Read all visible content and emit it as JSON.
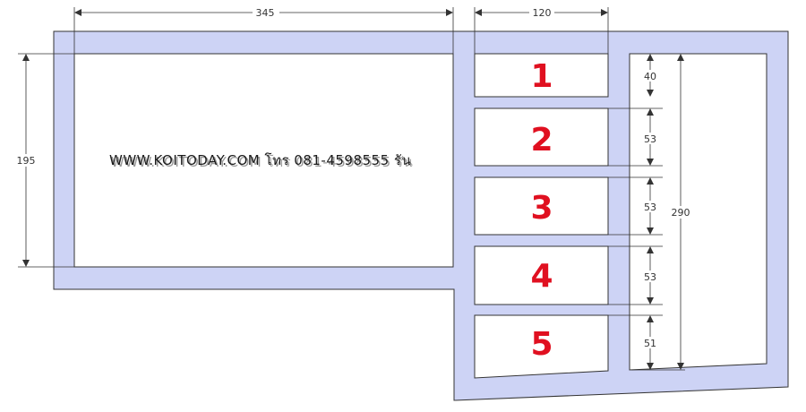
{
  "diagram": {
    "watermark": "WWW.KOITODAY.COM โทร 081-4598555 รัน",
    "colors": {
      "wall": "#cdd3f5",
      "outline": "#333333",
      "number": "#e01020"
    },
    "dimensions": {
      "big_width": "345",
      "box_width": "120",
      "big_height": "195",
      "room_height": "290",
      "d1": "40",
      "d2": "53",
      "d3": "53",
      "d4": "53",
      "d5": "51"
    },
    "boxes": [
      {
        "label": "1"
      },
      {
        "label": "2"
      },
      {
        "label": "3"
      },
      {
        "label": "4"
      },
      {
        "label": "5"
      }
    ]
  }
}
